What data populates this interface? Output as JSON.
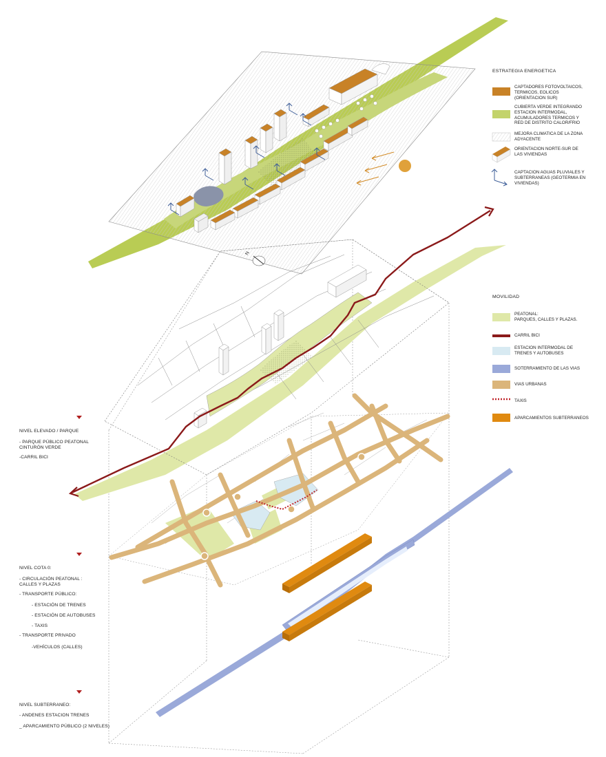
{
  "colors": {
    "green_corridor": "#b9cc54",
    "green_roof": "#c7d67a",
    "pedestrian": "#dfe8a8",
    "bike_lane": "#8b1a1a",
    "station": "#d8eaf2",
    "rail_underground": "#9aa9d9",
    "urban_roads": "#dbb57a",
    "taxis": "#c0262b",
    "parking": "#e08a10",
    "solar_orange": "#e0a13a",
    "arrows_blue": "#3f5f99"
  },
  "legend_energy": {
    "title": "ESTRATEGIA ENERGETICA",
    "items": [
      {
        "label": "CAPTADORES FOTOVOLTAICOS,\nTERMICOS, EOLICOS\n(ORIENTACION SUR)",
        "swatch": "#c88227",
        "icon": "solar-collector-icon"
      },
      {
        "label": "CUBIERTA VERDE INTEGRANDO\nESTACION INTERMODAL,\nACUMULADORES TERMICOS Y\nRED DE DISTRITO CALOR/FRIO",
        "swatch": "#c3d36b",
        "icon": "green-roof-icon"
      },
      {
        "label": "MEJORA CLIMATICA DE LA ZONA\nADYACENTE",
        "swatch": "#eeeeee",
        "icon": "hatch-icon"
      },
      {
        "label": "ORIENTACION NORTE-SUR DE\nLAS VIVIENDAS",
        "swatch": "#c88227",
        "icon": "housing-block-icon"
      },
      {
        "label": "CAPTACION AGUAS PLUVIALES Y\nSUBTERRANEAS (GEOTERMIA EN\nVIVIENDAS)",
        "swatch": "#3f5f99",
        "icon": "rainwater-arrows-icon"
      }
    ]
  },
  "legend_mobility": {
    "title": "MOVILIDAD",
    "items": [
      {
        "label": "PEATONAL:\nPARQUES, CALLES Y PLAZAS.",
        "swatch": "#dfe8a8",
        "icon": "pedestrian-swatch"
      },
      {
        "label": "CARRIL BICI",
        "swatch": "#8b1a1a",
        "icon": "bike-lane-swatch"
      },
      {
        "label": "ESTACION INTERMODAL DE\nTRENES Y AUTOBUSES",
        "swatch": "#d8eaf2",
        "icon": "station-swatch"
      },
      {
        "label": "SOTERRAMIENTO DE LAS VIAS",
        "swatch": "#9aa9d9",
        "icon": "rail-swatch"
      },
      {
        "label": "VIAS URBANAS",
        "swatch": "#dbb57a",
        "icon": "roads-swatch"
      },
      {
        "label": "TAXIS",
        "swatch": "#c0262b",
        "icon": "taxis-swatch"
      },
      {
        "label": "APARCAMIENTOS SUBTERRANEOS",
        "swatch": "#e08a10",
        "icon": "parking-swatch"
      }
    ]
  },
  "levels": {
    "elevated": {
      "title": "NIVEL ELEVADO / PARQUE",
      "lines": [
        "- PARQUE PÚBLICO PEATONAL",
        "CINTURÓN VERDE",
        "-CARRIL BICI"
      ]
    },
    "ground": {
      "title": "NIVEL COTA 0:",
      "line1": "- CIRCULACIÓN PEATONAL :",
      "line2": "CALLES Y PLAZAS",
      "line3": "- TRANSPORTE PÚBLICO:",
      "sub1": "- ESTACIÓN DE TRENES",
      "sub2": "- ESTACIÓN DE AUTOBUSES",
      "sub3": "- TAXIS",
      "line4": "- TRANSPORTE PRIVADO",
      "sub4": "-VEHÍCULOS (CALLES)"
    },
    "underground": {
      "title": "NIVEL SUBTERRANEO:",
      "line1": "- ANDENES ESTACION TRENES",
      "line2": "_ APARCAMIENTO PÚBLICO (2 NIVELES)"
    }
  },
  "compass": {
    "label": "N"
  }
}
